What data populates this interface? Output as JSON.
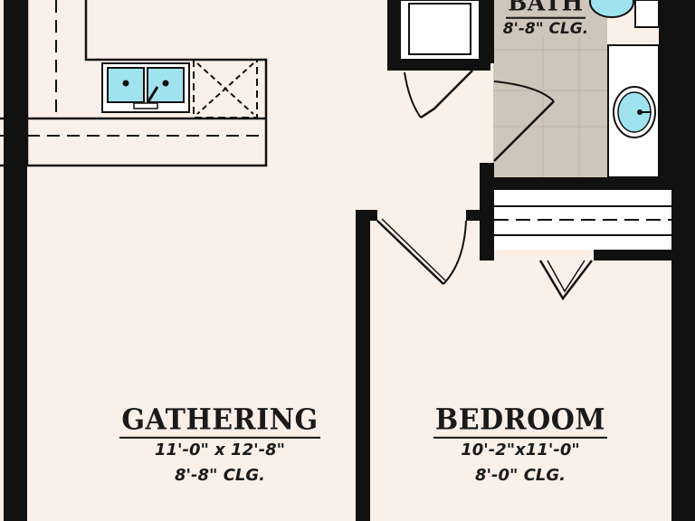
{
  "rooms": {
    "gathering": {
      "name": "GATHERING",
      "dimensions": "11'-0\" x 12'-8\"",
      "ceiling": "8'-8\" CLG."
    },
    "bedroom": {
      "name": "BEDROOM",
      "dimensions": "10'-2\"x11'-0\"",
      "ceiling": "8'-0\" CLG."
    },
    "bath": {
      "name": "BATH",
      "ceiling": "8'-8\" CLG."
    }
  },
  "colors": {
    "floor": "#faf0e8",
    "wall": "#111111",
    "tile": "#cfc6bb",
    "fixture": "#9fe3ef"
  }
}
